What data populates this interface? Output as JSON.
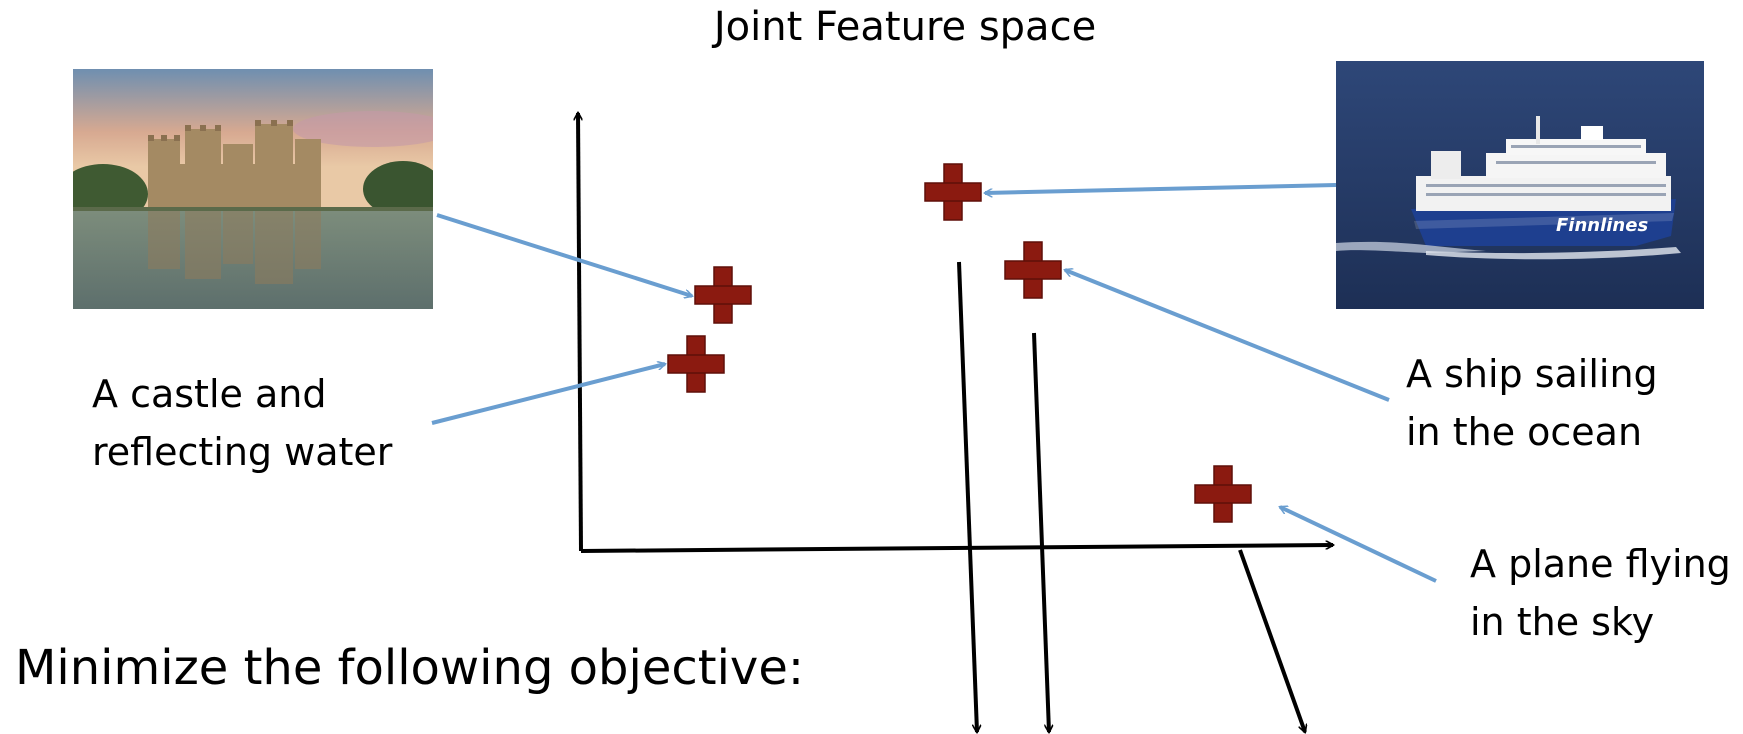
{
  "title": "Joint Feature space",
  "captions": {
    "castle": {
      "line1": "A castle and",
      "line2": "reflecting water"
    },
    "ship": {
      "line1": "A ship sailing",
      "line2": "in the ocean"
    },
    "plane": {
      "line1": "A plane flying",
      "line2": "in the sky"
    }
  },
  "objective_text": "Minimize the following objective:",
  "images": [
    {
      "name": "castle-photo",
      "depicts": "castle reflected in moat water"
    },
    {
      "name": "ship-photo",
      "depicts": "ferry sailing on the ocean",
      "hull_text": "Finnlines"
    }
  ],
  "colors": {
    "marker": "#8b1a10",
    "connector": "#6a9ed0",
    "axis": "#000000"
  }
}
